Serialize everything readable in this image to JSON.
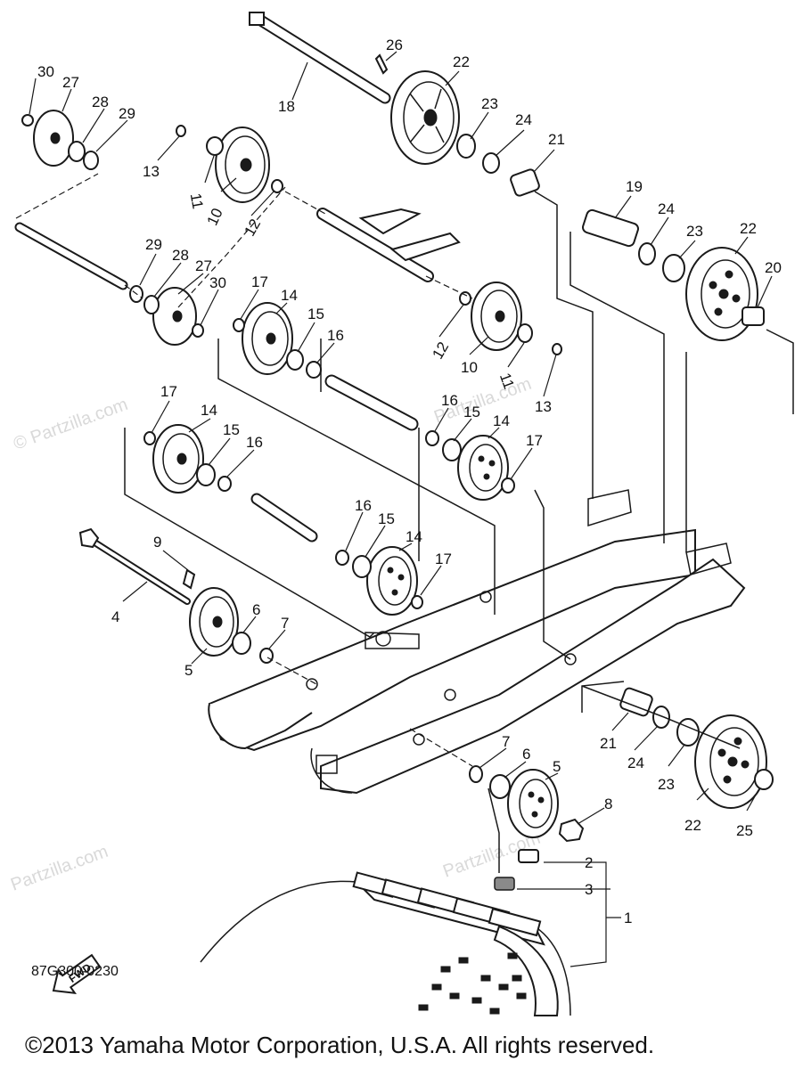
{
  "watermarks": {
    "side": "© Partzilla.com",
    "repeat": "Partzilla.com"
  },
  "part_numbers": {
    "p1": "1",
    "p2": "2",
    "p3": "3",
    "p4": "4",
    "p5": "5",
    "p6": "6",
    "p7": "7",
    "p8": "8",
    "p9": "9",
    "p10": "10",
    "p11": "11",
    "p12": "12",
    "p13": "13",
    "p14": "14",
    "p15": "15",
    "p16": "16",
    "p17": "17",
    "p18": "18",
    "p19": "19",
    "p20": "20",
    "p21": "21",
    "p22": "22",
    "p23": "23",
    "p24": "24",
    "p25": "25",
    "p26": "26",
    "p27": "27",
    "p28": "28",
    "p29": "29",
    "p30": "30"
  },
  "fwd_label": "FWD",
  "diagram_code": "87G300-0230",
  "copyright": "©2013  Yamaha Motor Corporation, U.S.A. All rights reserved."
}
